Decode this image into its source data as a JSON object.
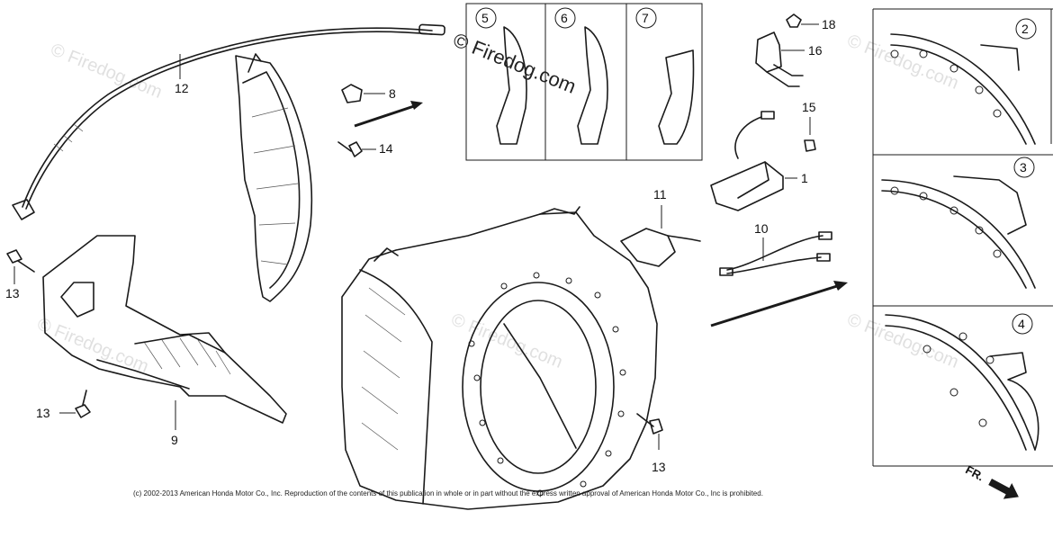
{
  "diagram": {
    "callouts": {
      "n1": "1",
      "n2": "2",
      "n3": "3",
      "n4": "4",
      "n5": "5",
      "n6": "6",
      "n7": "7",
      "n8": "8",
      "n9": "9",
      "n10": "10",
      "n11": "11",
      "n12": "12",
      "n13a": "13",
      "n13b": "13",
      "n13c": "13",
      "n14": "14",
      "n15": "15",
      "n16": "16",
      "n18": "18"
    },
    "front_marker": "FR.",
    "watermark_main": "© Firedog.com",
    "watermark_faint": "© Firedog.com",
    "copyright": "(c) 2002-2013 American Honda Motor Co., Inc. Reproduction of the contents of this publication in whole or in part without the express written approval of American Honda Motor Co., Inc is prohibited."
  }
}
